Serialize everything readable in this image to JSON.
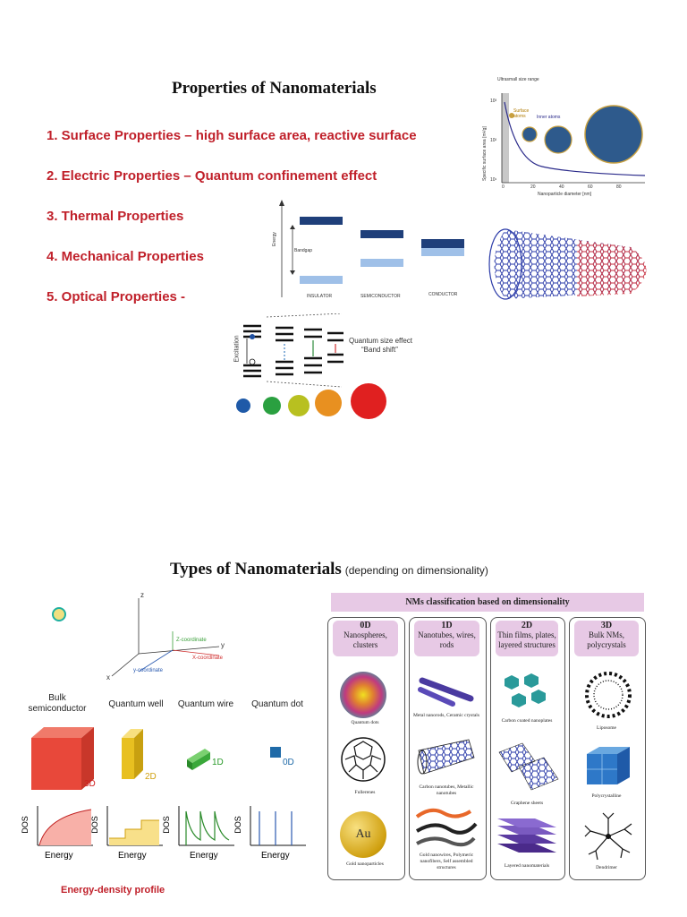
{
  "slide1": {
    "title": "Properties of Nanomaterials",
    "items": [
      "1.  Surface Properties – high surface area, reactive surface",
      "2.  Electric Properties – Quantum confinement effect",
      "3.  Thermal Properties",
      "4.  Mechanical Properties",
      "5.  Optical Properties -"
    ],
    "surface_graph": {
      "label_range": "Ultrasmall size range",
      "ylabel": "Specific surface area [m²/g]",
      "xlabel": "Nanoparticle diameter [nm]",
      "yticks": [
        "10³",
        "10²",
        "10¹"
      ],
      "xticks": [
        "0",
        "20",
        "40",
        "60",
        "80"
      ],
      "label_surface": "Surface atoms",
      "label_inner": "Inner atoms"
    },
    "band": {
      "energy": "Energy",
      "bandgap": "Bandgap",
      "insulator": "INSULATOR",
      "semiconductor": "SEMICONDUCTOR",
      "conductor": "CONDUCTOR"
    },
    "quantum": {
      "excitation": "Excitation",
      "effect": "Quantum size effect",
      "shift": "“Band shift”"
    }
  },
  "slide2": {
    "title": "Types of Nanomaterials",
    "subtitle": "(depending on dimensionality)",
    "axes": {
      "z": "z",
      "y": "y",
      "x": "x",
      "zc": "Z-coordinate",
      "xc": "X-coordinate",
      "yc": "y-coordinate"
    },
    "types": [
      "Bulk semiconductor",
      "Quantum well",
      "Quantum wire",
      "Quantum dot"
    ],
    "dims": [
      "3D",
      "2D",
      "1D",
      "0D"
    ],
    "dos": "DOS",
    "energy": "Energy",
    "profile": "Energy-density profile",
    "classification_title": "NMs classification based on dimensionality",
    "columns": [
      {
        "dim": "0D",
        "desc": "Nanospheres, clusters",
        "items": [
          "Quantum dots",
          "Fullerenes",
          "Gold nanoparticles"
        ],
        "au": "Au"
      },
      {
        "dim": "1D",
        "desc": "Nanotubes, wires, rods",
        "items": [
          "Metal nanorods, Ceramic crystals",
          "Carbon nanotubes, Metallic nanotubes",
          "Gold nanowires, Polymeric nanofibers, Self assembled structures"
        ]
      },
      {
        "dim": "2D",
        "desc": "Thin films, plates, layered structures",
        "items": [
          "Carbon coated nanoplates",
          "Graphene sheets",
          "Layered nanomaterials"
        ]
      },
      {
        "dim": "3D",
        "desc": "Bulk NMs, polycrystals",
        "items": [
          "Liposome",
          "Polycrystalline",
          "Dendrimer"
        ]
      }
    ]
  }
}
